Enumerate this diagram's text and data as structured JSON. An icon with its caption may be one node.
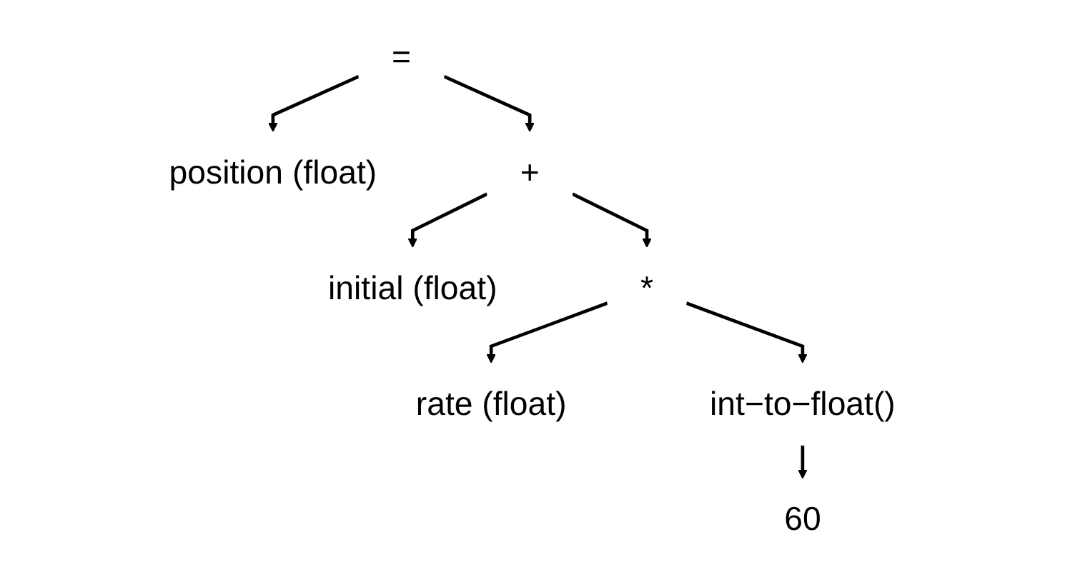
{
  "diagram": {
    "nodes": [
      {
        "text": [
          "="
        ]
      },
      {
        "text": [
          "position (float)"
        ]
      },
      {
        "text": [
          "+"
        ]
      },
      {
        "text": [
          "initial (float)"
        ]
      },
      {
        "text": [
          "*"
        ]
      },
      {
        "text": [
          "rate (float)"
        ]
      },
      {
        "text": [
          "int−to−float()"
        ]
      },
      {
        "text": [
          "60"
        ]
      }
    ],
    "edges": [
      {
        "from": 0,
        "to": 1,
        "arrow": "to"
      },
      {
        "from": 0,
        "to": 2,
        "arrow": "to"
      },
      {
        "from": 2,
        "to": 3,
        "arrow": "to"
      },
      {
        "from": 2,
        "to": 4,
        "arrow": "to"
      },
      {
        "from": 4,
        "to": 5,
        "arrow": "to"
      },
      {
        "from": 4,
        "to": 6,
        "arrow": "to"
      },
      {
        "from": 6,
        "to": 7,
        "arrow": "to"
      }
    ]
  }
}
